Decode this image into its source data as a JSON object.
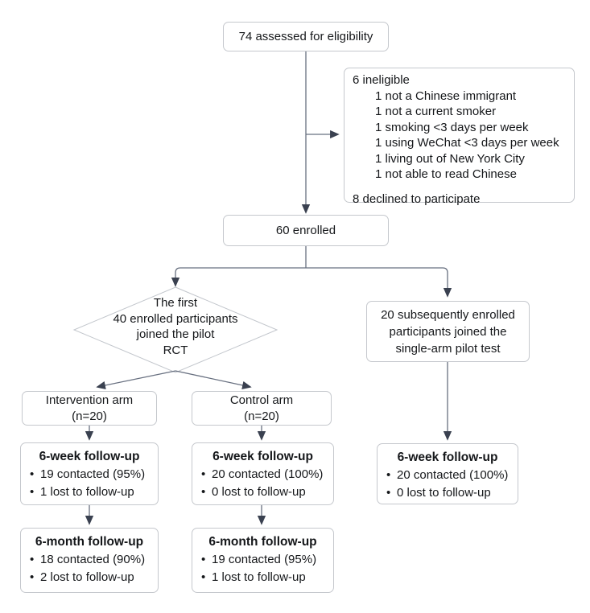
{
  "colors": {
    "line": "#687080",
    "arrowhead": "#3a4150",
    "box_border": "#c5c8cd",
    "diamond_border": "#c2c6cc",
    "text": "#15171a",
    "background": "#ffffff"
  },
  "boxes": {
    "assessed": {
      "label": "74 assessed for eligibility"
    },
    "ineligible": {
      "header": "6 ineligible",
      "reasons": [
        "1 not a Chinese immigrant",
        "1 not a current smoker",
        "1 smoking <3 days per week",
        "1 using WeChat <3 days per week",
        "1 living out of New York City",
        "1 not able to read Chinese"
      ],
      "footer": "8 declined to participate"
    },
    "enrolled": {
      "label": "60 enrolled"
    },
    "rct_decision": {
      "lines": [
        "The first",
        "40 enrolled participants",
        "joined the pilot",
        "RCT"
      ]
    },
    "single_arm": {
      "lines": [
        "20 subsequently enrolled",
        "participants joined the",
        "single-arm pilot test"
      ]
    },
    "intervention_arm": {
      "lines": [
        "Intervention arm",
        "(n=20)"
      ]
    },
    "control_arm": {
      "lines": [
        "Control arm",
        "(n=20)"
      ]
    },
    "six_week_intervention": {
      "title": "6-week follow-up",
      "bullets": [
        "19 contacted (95%)",
        "1 lost to follow-up"
      ]
    },
    "six_week_control": {
      "title": "6-week follow-up",
      "bullets": [
        "20 contacted (100%)",
        "0 lost to follow-up"
      ]
    },
    "six_week_single": {
      "title": "6-week follow-up",
      "bullets": [
        "20 contacted (100%)",
        "0 lost to follow-up"
      ]
    },
    "six_month_intervention": {
      "title": "6-month follow-up",
      "bullets": [
        "18 contacted (90%)",
        "2 lost to follow-up"
      ]
    },
    "six_month_control": {
      "title": "6-month follow-up",
      "bullets": [
        "19 contacted (95%)",
        "1 lost to follow-up"
      ]
    }
  }
}
